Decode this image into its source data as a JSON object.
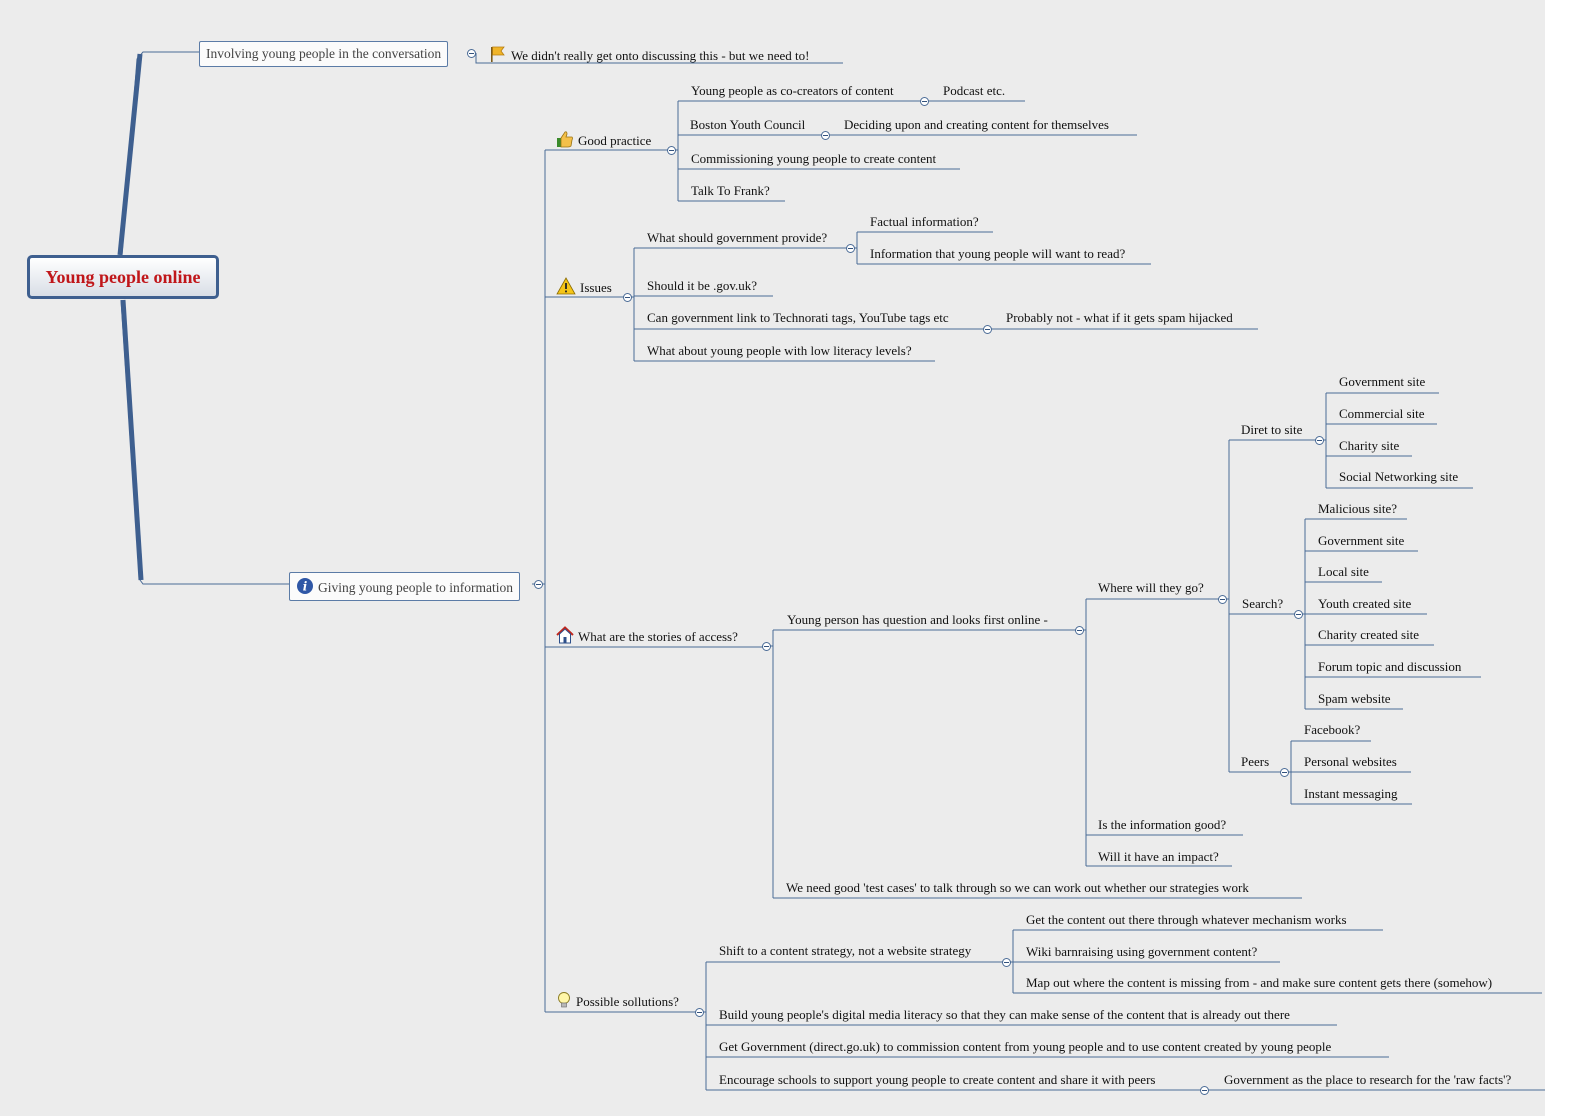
{
  "central_topic": "Young people online",
  "branches": {
    "involving": {
      "label": "Involving young people in the conversation",
      "note": "We didn't really get onto discussing this - but we need to!",
      "note_icon": "flag-icon"
    },
    "giving": {
      "label": "Giving young people to information",
      "icon": "info-icon",
      "good_practice": {
        "label": "Good practice",
        "icon": "thumbs-up-icon",
        "items": [
          {
            "label": "Young people as co-creators of content",
            "child": "Podcast etc."
          },
          {
            "label": "Boston Youth Council",
            "child": "Deciding upon and creating content for themselves"
          },
          {
            "label": "Commissioning young people to create content"
          },
          {
            "label": "Talk To Frank?"
          }
        ]
      },
      "issues": {
        "label": "Issues",
        "icon": "warning-icon",
        "provide": {
          "label": "What should government provide?",
          "children": [
            "Factual information?",
            "Information that young people will want to read?"
          ]
        },
        "gov_uk": "Should it be .gov.uk?",
        "link_tags": {
          "label": "Can government link to Technorati tags, YouTube tags etc",
          "child": "Probably not - what if it gets spam hijacked"
        },
        "literacy": "What about young people with low literacy levels?"
      },
      "stories": {
        "label": "What are the stories of access?",
        "icon": "home-icon",
        "question": "Young person has question and looks first online -",
        "where": "Where will they go?",
        "direct": {
          "label": "Diret to site",
          "children": [
            "Government site",
            "Commercial site",
            "Charity site",
            "Social Networking site"
          ]
        },
        "search": {
          "label": "Search?",
          "children": [
            "Malicious site?",
            "Government site",
            "Local site",
            "Youth created site",
            "Charity created site",
            "Forum topic and discussion",
            "Spam website"
          ]
        },
        "peers": {
          "label": "Peers",
          "children": [
            "Facebook?",
            "Personal websites",
            "Instant messaging"
          ]
        },
        "good_info": "Is the information good?",
        "impact": "Will it have an impact?",
        "test_cases": "We need good 'test cases' to talk through so we can work out whether our strategies work"
      },
      "solutions": {
        "label": "Possible sollutions?",
        "icon": "lightbulb-icon",
        "shift": {
          "label": "Shift to a content strategy, not a website strategy",
          "children": [
            "Get the content out there through whatever mechanism works",
            "Wiki barnraising using government content?",
            "Map out where the content is missing from - and make sure content gets there (somehow)"
          ]
        },
        "literacy": "Build young people's digital media literacy so that they can make sense of the content that is already out there",
        "commission": "Get Government (direct.go.uk) to commission content from young people and to use content created by young people",
        "schools": {
          "label": "Encourage schools to support young people to create content and share it with peers",
          "child": "Government as the place to research for the 'raw facts'?"
        }
      }
    }
  },
  "colors": {
    "connector": "#4a6b96",
    "root_text": "#c0161a",
    "root_border": "#3e5f8f",
    "canvas": "#ececec"
  }
}
